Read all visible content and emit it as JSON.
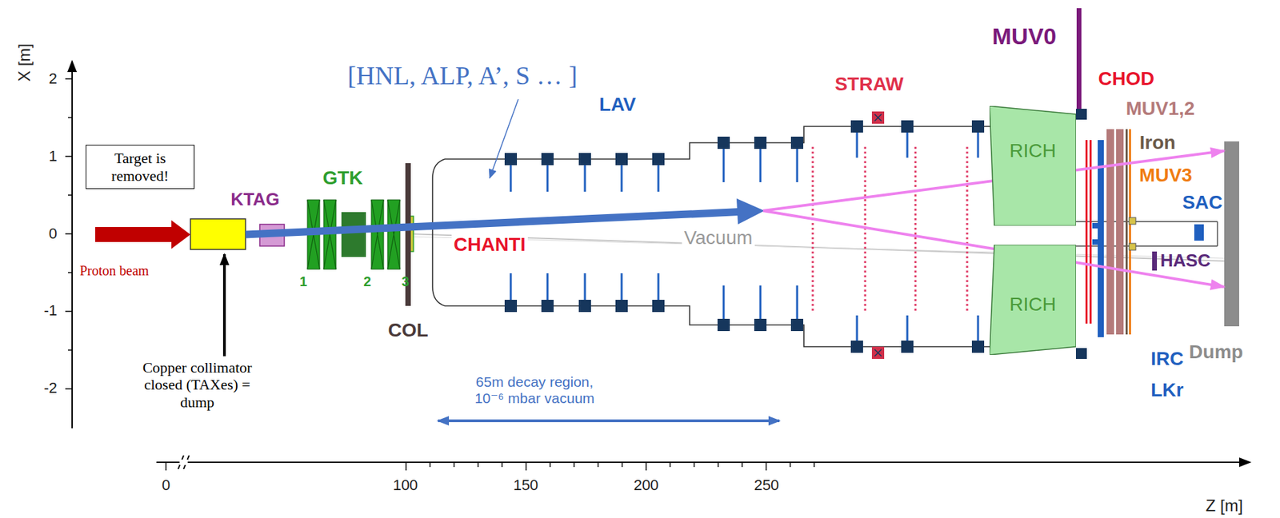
{
  "diagram": {
    "nodes": [
      {
        "text": [
          "Target is removed!"
        ]
      },
      {
        "text": [
          "RICH"
        ]
      },
      {
        "text": [
          "RICH"
        ]
      }
    ],
    "labels": [
      "X [m]",
      "2",
      "1",
      "0",
      "-1",
      "-2",
      "[HNL, ALP, A’, S … ]",
      "MUV0",
      "STRAW",
      "CHOD",
      "LAV",
      "MUV1,2",
      "GTK",
      "Iron",
      "KTAG",
      "MUV3",
      "SAC",
      "CHANTI",
      "Vacuum",
      "Proton beam",
      "HASC",
      "1",
      "2",
      "3",
      "COL",
      "Dump",
      "IRC",
      "Copper collimator closed (TAXes) = dump",
      "65m decay region, 10⁻⁶ mbar vacuum",
      "LKr",
      "0",
      "100",
      "150",
      "200",
      "250",
      "Z [m]"
    ]
  }
}
